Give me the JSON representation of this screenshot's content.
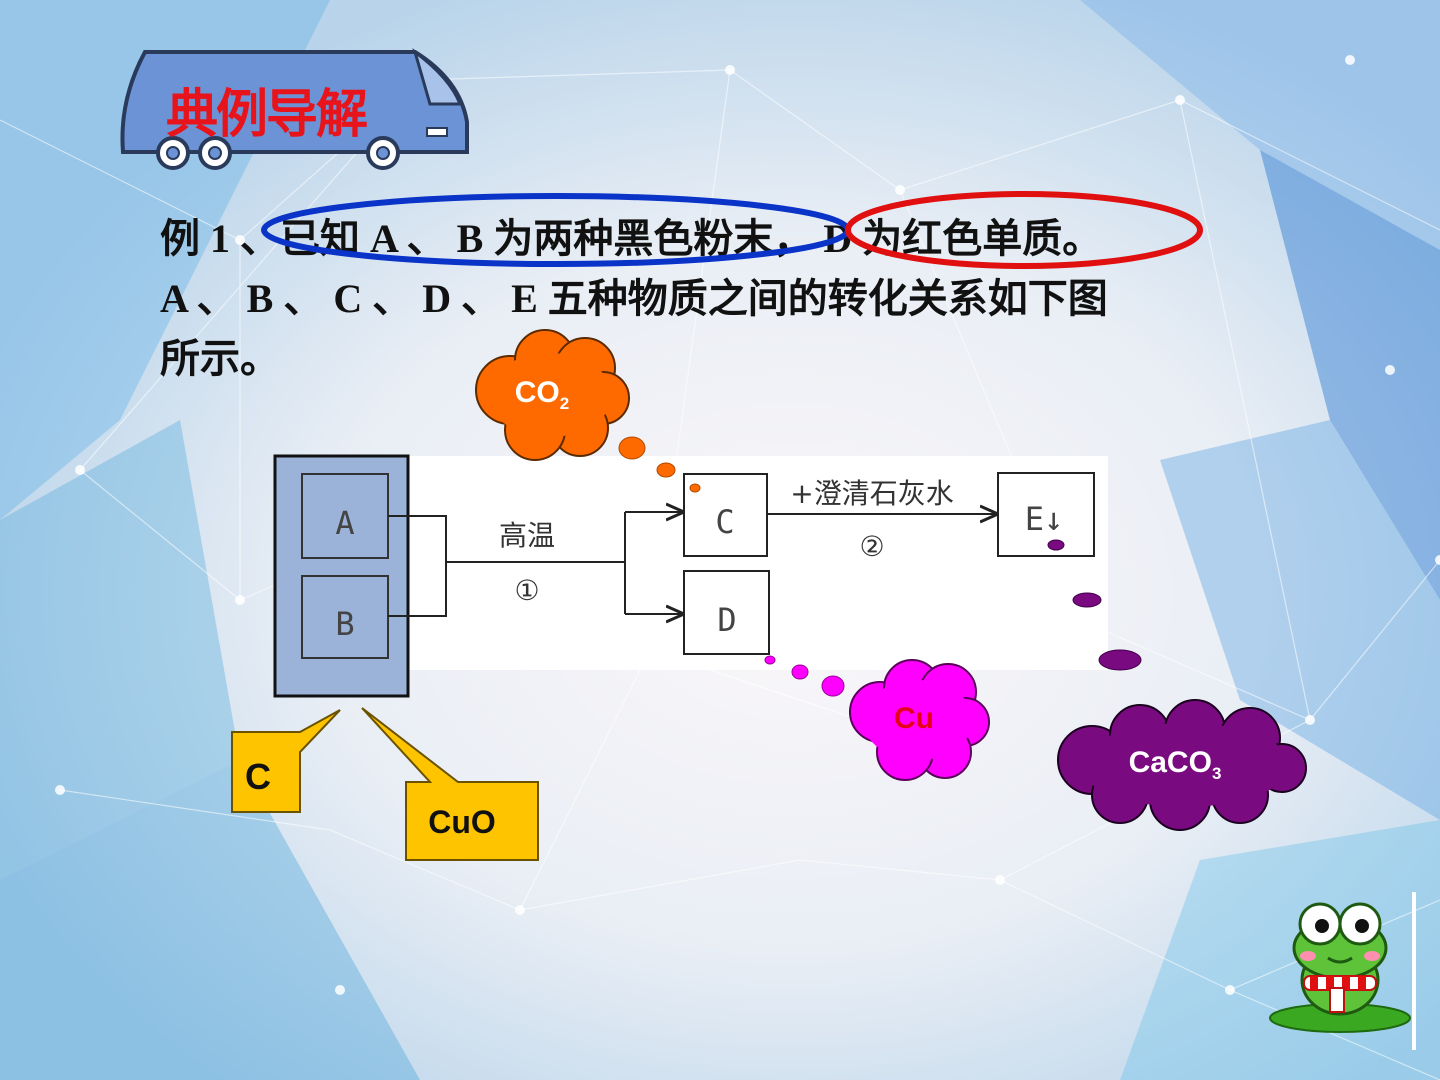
{
  "slide": {
    "title": "典例导解",
    "question": {
      "line1": "例 1 、已知 A 、 B 为两种黑色粉末， D 为红色单质。",
      "line2": "A 、 B 、 C 、 D 、 E 五种物质之间的转化关系如下图",
      "line3": "所示。"
    }
  },
  "diagram": {
    "box_a": "A",
    "box_b": "B",
    "box_c": "C",
    "box_d": "D",
    "box_e": "E↓",
    "condition_1": "高温",
    "step_1": "①",
    "condition_2": "+澄清石灰水",
    "step_2": "②"
  },
  "answers": {
    "c_cloud": "CO",
    "c_cloud_sub": "2",
    "d_cloud": "Cu",
    "e_cloud": "CaCO",
    "e_cloud_sub": "3",
    "a_callout": "C",
    "b_callout": "CuO"
  },
  "colors": {
    "title": "#e8141b",
    "co2_cloud": "#ff6a00",
    "cu_cloud": "#ff00ff",
    "cu_text": "#e8001b",
    "caco3_cloud": "#7a0a80",
    "callout": "#ffc400",
    "ab_box": "#9bb3d9",
    "ellipse_blue": "#0a33c8",
    "ellipse_red": "#e01010"
  }
}
